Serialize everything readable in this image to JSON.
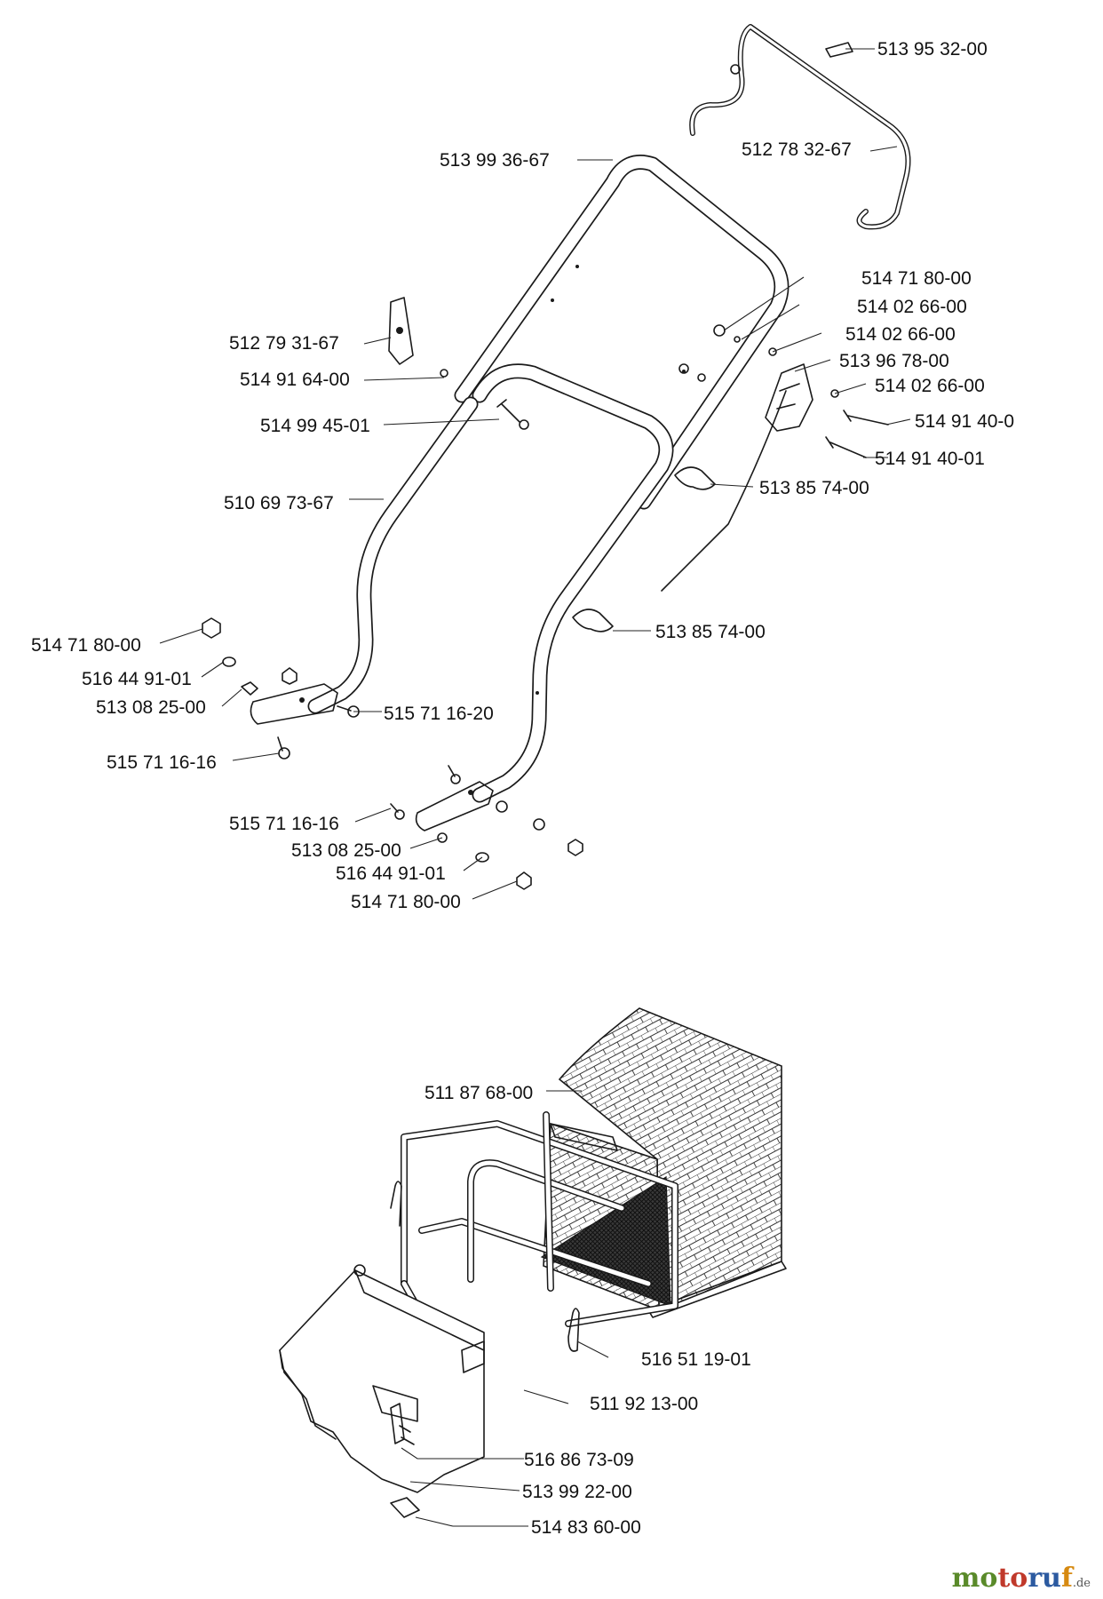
{
  "labels": [
    {
      "id": "p01",
      "text": "513 95 32-00"
    },
    {
      "id": "p02",
      "text": "512 78 32-67"
    },
    {
      "id": "p03",
      "text": "513 99 36-67"
    },
    {
      "id": "p04",
      "text": "514 71 80-00"
    },
    {
      "id": "p05",
      "text": "514 02 66-00"
    },
    {
      "id": "p06",
      "text": "514 02 66-00"
    },
    {
      "id": "p07",
      "text": "513 96 78-00"
    },
    {
      "id": "p08",
      "text": "514 02 66-00"
    },
    {
      "id": "p09",
      "text": "514 91 40-0"
    },
    {
      "id": "p10",
      "text": "514 91 40-01"
    },
    {
      "id": "p11",
      "text": "513 85 74-00"
    },
    {
      "id": "p12",
      "text": "512 79 31-67"
    },
    {
      "id": "p13",
      "text": "514 91 64-00"
    },
    {
      "id": "p14",
      "text": "514 99 45-01"
    },
    {
      "id": "p15",
      "text": "510 69 73-67"
    },
    {
      "id": "p16",
      "text": "513 85 74-00"
    },
    {
      "id": "p17",
      "text": "514 71 80-00"
    },
    {
      "id": "p18",
      "text": "516 44 91-01"
    },
    {
      "id": "p19",
      "text": "513 08 25-00"
    },
    {
      "id": "p20",
      "text": "515 71 16-20"
    },
    {
      "id": "p21",
      "text": "515 71 16-16"
    },
    {
      "id": "p22",
      "text": "515 71 16-16"
    },
    {
      "id": "p23",
      "text": "513 08 25-00"
    },
    {
      "id": "p24",
      "text": "516 44 91-01"
    },
    {
      "id": "p25",
      "text": "514 71 80-00"
    },
    {
      "id": "p26",
      "text": "511 87 68-00"
    },
    {
      "id": "p27",
      "text": "516 51 19-01"
    },
    {
      "id": "p28",
      "text": "511 92 13-00"
    },
    {
      "id": "p29",
      "text": "516 86 73-09"
    },
    {
      "id": "p30",
      "text": "513 99 22-00"
    },
    {
      "id": "p31",
      "text": "514 83 60-00"
    }
  ],
  "brand": {
    "part1": "mo",
    "part2": "to",
    "part3": "ru",
    "part4": "f",
    "tld": ".de"
  },
  "colors": {
    "ink": "#1a1a1a",
    "brand_green": "#5a8a2a",
    "brand_red": "#c0392b",
    "brand_blue": "#2c5aa0",
    "brand_orange": "#d68910"
  }
}
